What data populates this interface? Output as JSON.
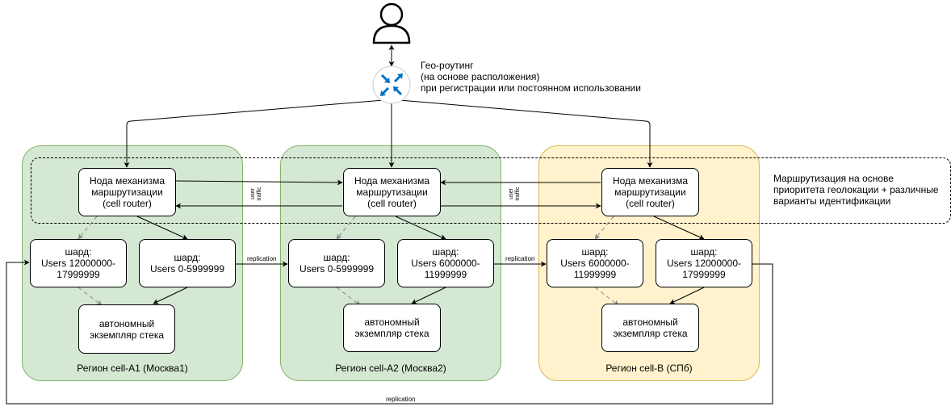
{
  "geo_routing": {
    "label": "Гео-роутинг\n(на основе расположения)\nпри регистрации или постоянном использовании"
  },
  "routing_note": "Маршрутизация на основе\nприоритета геолокации + различные\nварианты идентификации",
  "user_traffic_label": "user\ntraffic",
  "replication_label": "replication",
  "regions": [
    {
      "label": "Регион cell-A1 (Москва1)",
      "router": "Нода механизма\nмаршрутизации\n(cell router)",
      "shard_left": "шард:\nUsers 12000000-\n17999999",
      "shard_right": "шард:\nUsers 0-5999999",
      "stack": "автономный\nэкземпляр стека"
    },
    {
      "label": "Регион cell-A2 (Москва2)",
      "router": "Нода механизма\nмаршрутизации\n(cell router)",
      "shard_left": "шард:\nUsers 0-5999999",
      "shard_right": "шард:\nUsers 6000000-\n11999999",
      "stack": "автономный\nэкземпляр стека"
    },
    {
      "label": "Регион cell-B (СПб)",
      "router": "Нода механизма\nмаршрутизации\n(cell router)",
      "shard_left": "шард:\nUsers 6000000-\n11999999",
      "shard_right": "шард:\nUsers 12000000-\n17999999",
      "stack": "автономный\nэкземпляр стека"
    }
  ],
  "colors": {
    "region_green_fill": "#d5e8d4",
    "region_green_stroke": "#82b366",
    "region_yellow_fill": "#fff2cc",
    "region_yellow_stroke": "#d6b656",
    "router_icon": "#0070c0"
  }
}
